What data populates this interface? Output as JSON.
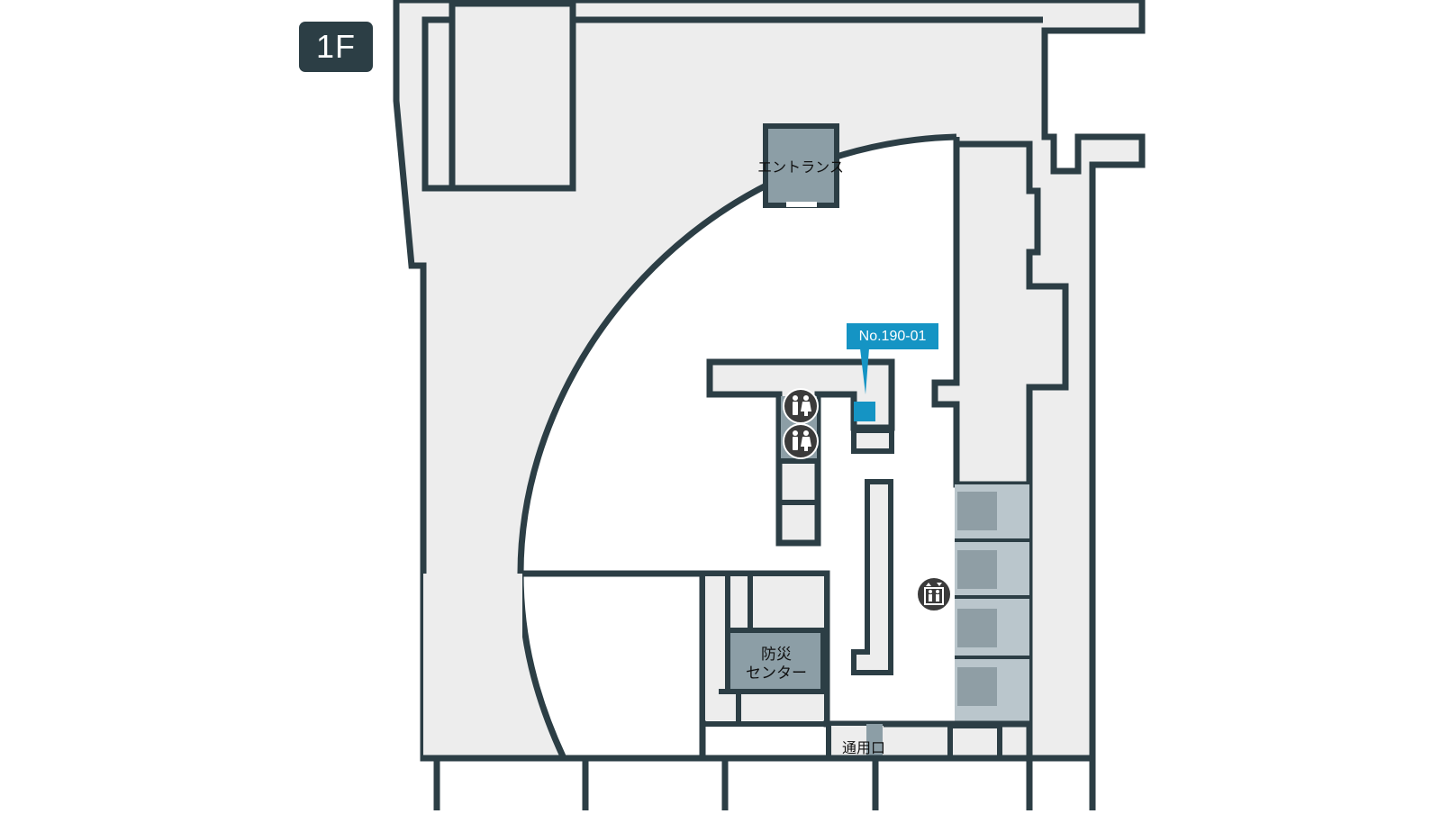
{
  "floor": {
    "label": "1F"
  },
  "location_pin": {
    "label": "No.190-01",
    "color": "#1594c4"
  },
  "rooms": {
    "entrance": "エントランス",
    "disaster_center_line1": "防災",
    "disaster_center_line2": "センター",
    "service_entrance": "通用口"
  },
  "icons": {
    "restroom_1": "restroom-icon",
    "restroom_2": "restroom-icon",
    "elevator": "elevator-icon"
  },
  "colors": {
    "wall": "#2c3e45",
    "floor_fill": "#ededed",
    "open_area": "#ffffff",
    "room_dark": "#8c9ea6",
    "elevator_bank": "#bac6cc",
    "elevator_car": "#8f9ea5",
    "pin": "#1594c4",
    "icon_bg": "#3b3b3b"
  }
}
